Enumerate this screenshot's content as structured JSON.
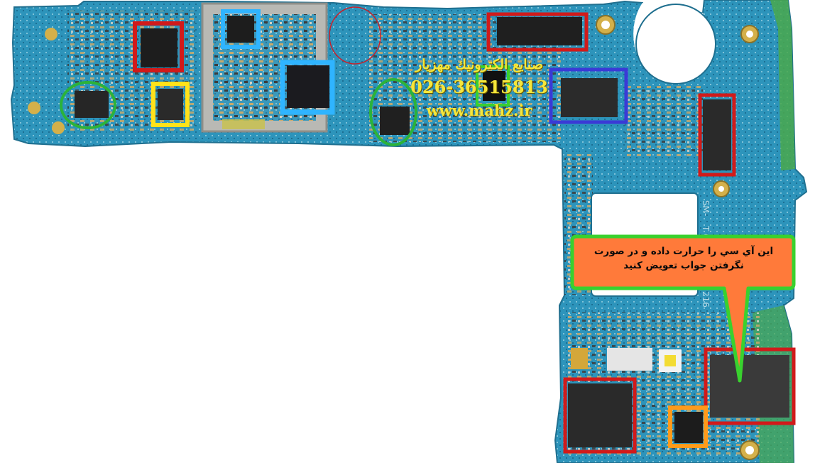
{
  "image": {
    "subject": "pcb-board-photo"
  },
  "watermark": {
    "name": "صنايع الكترونيك مهزيار",
    "phone": "026-36515813",
    "site": "www.mahz.ir"
  },
  "callout": {
    "text": "اين آي سي را حرارت داده و در صورت نگرفتن جواب تعويض كنيد",
    "fill_color": "#ff7a3a",
    "border_color": "#39d12e"
  },
  "highlight_colors": {
    "red": "#d11a1a",
    "blue": "#2fb4ff",
    "yellow": "#ffe21a",
    "green": "#2bb33a",
    "navy": "#3a3ad6",
    "orange": "#ff9a1a"
  },
  "silkscreen": {
    "label_sm": "SM-",
    "label_t": "T C",
    "label_216": "216"
  }
}
